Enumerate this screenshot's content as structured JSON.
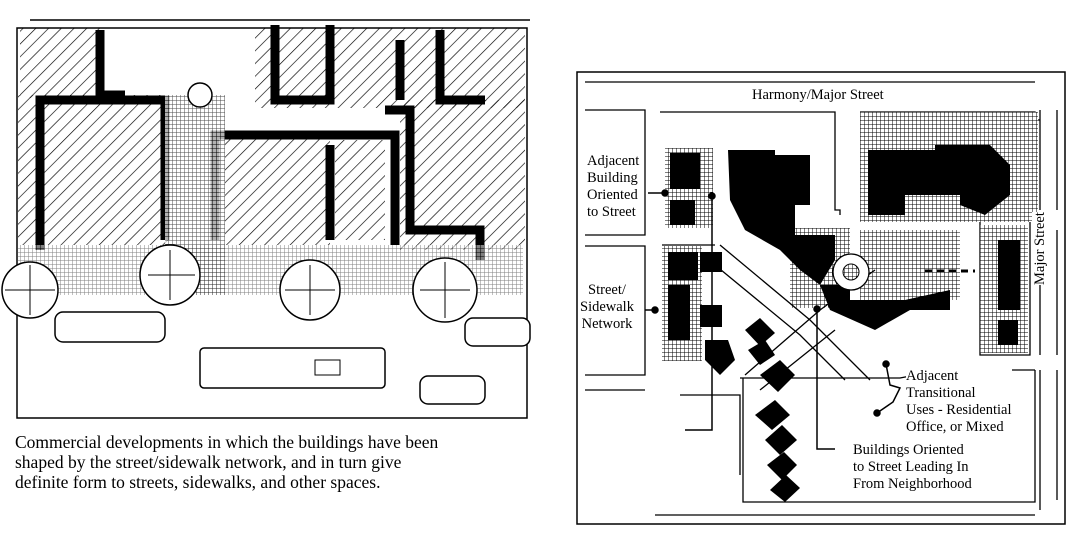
{
  "left_figure": {
    "caption_lines": [
      "Commercial developments in which the buildings have been",
      " shaped by the street/sidewalk network, and in turn give",
      "definite form to streets, sidewalks, and other spaces."
    ]
  },
  "right_figure": {
    "street_top": "Harmony/Major Street",
    "street_right": "Major Street",
    "labels": {
      "adjacent_building": [
        "Adjacent",
        "Building",
        "Oriented",
        "to Street"
      ],
      "street_sidewalk": [
        "Street/",
        "Sidewalk",
        "Network"
      ],
      "transitional": [
        "Adjacent",
        "Transitional",
        "Uses - Residential",
        "Office, or Mixed"
      ],
      "buildings_oriented": [
        "Buildings Oriented",
        "to Street Leading In",
        "From Neighborhood"
      ]
    }
  }
}
